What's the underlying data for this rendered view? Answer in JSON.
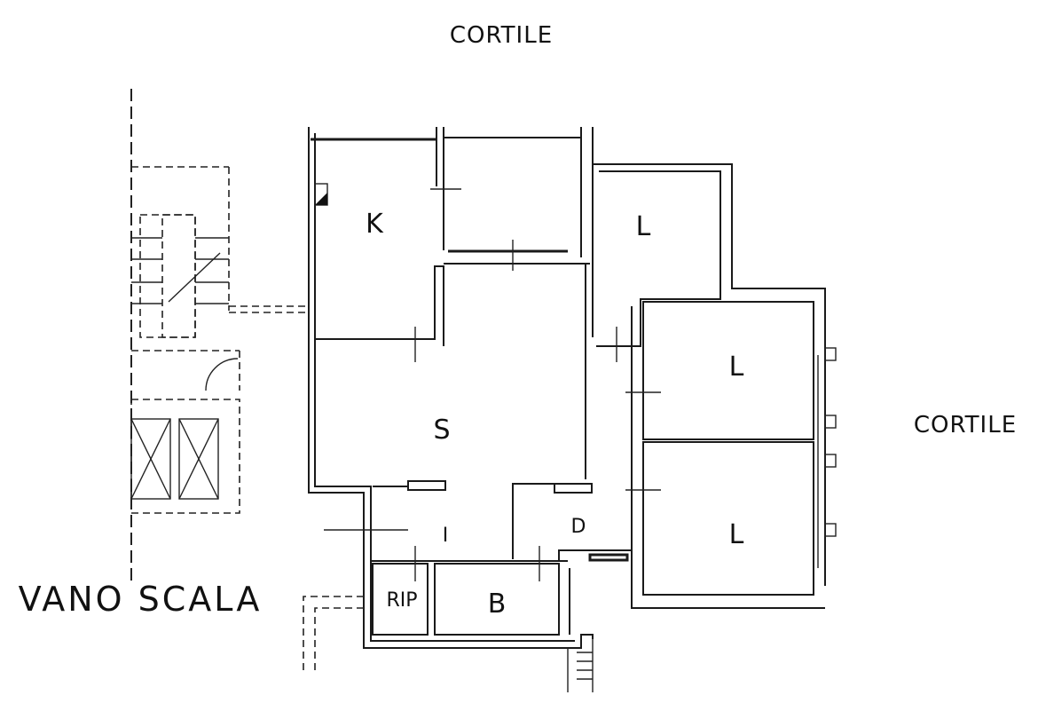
{
  "external_labels": {
    "courtyard_top": "CORTILE",
    "courtyard_right": "CORTILE",
    "stairwell": "VANO SCALA"
  },
  "rooms": {
    "kitchen": "K",
    "living": "S",
    "bedroom_top": "L",
    "bedroom_middle": "L",
    "bedroom_bottom": "L",
    "hall": "I",
    "storage": "RIP",
    "bathroom": "B",
    "closet": "D"
  }
}
